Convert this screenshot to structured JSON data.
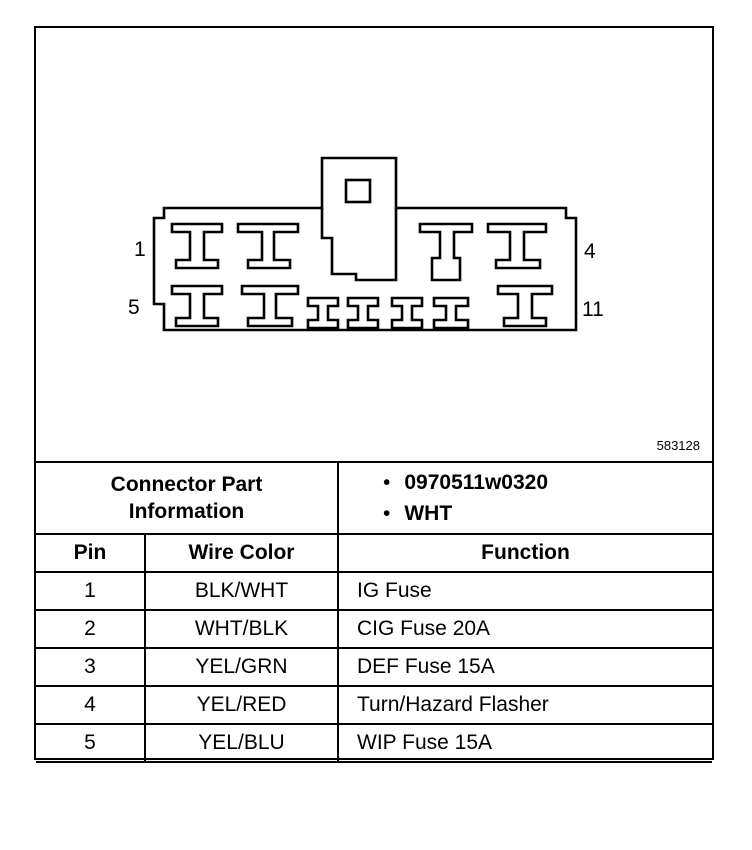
{
  "diagram": {
    "pin_labels": [
      "1",
      "4",
      "5",
      "11"
    ],
    "figure_number": "583128"
  },
  "connector_part_info": {
    "label": "Connector Part Information",
    "values": [
      "0970511w0320",
      "WHT"
    ]
  },
  "table": {
    "headers": [
      "Pin",
      "Wire Color",
      "Function"
    ],
    "rows": [
      [
        "1",
        "BLK/WHT",
        "IG Fuse"
      ],
      [
        "2",
        "WHT/BLK",
        "CIG Fuse 20A"
      ],
      [
        "3",
        "YEL/GRN",
        "DEF Fuse 15A"
      ],
      [
        "4",
        "YEL/RED",
        "Turn/Hazard Flasher"
      ],
      [
        "5",
        "YEL/BLU",
        "WIP Fuse 15A"
      ]
    ]
  }
}
